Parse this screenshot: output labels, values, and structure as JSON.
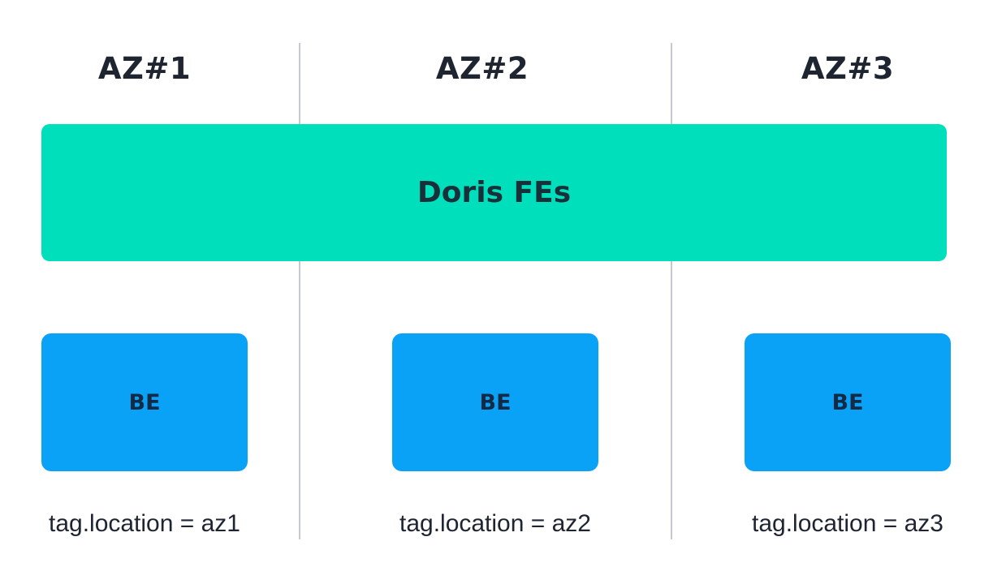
{
  "colors": {
    "fe_bar": "#00dfbb",
    "be_box": "#0aa2f7",
    "divider": "#c5c9cf"
  },
  "zones": [
    {
      "title": "AZ#1",
      "be_label": "BE",
      "tag": "tag.location = az1"
    },
    {
      "title": "AZ#2",
      "be_label": "BE",
      "tag": "tag.location = az2"
    },
    {
      "title": "AZ#3",
      "be_label": "BE",
      "tag": "tag.location = az3"
    }
  ],
  "frontend": {
    "label": "Doris FEs"
  }
}
